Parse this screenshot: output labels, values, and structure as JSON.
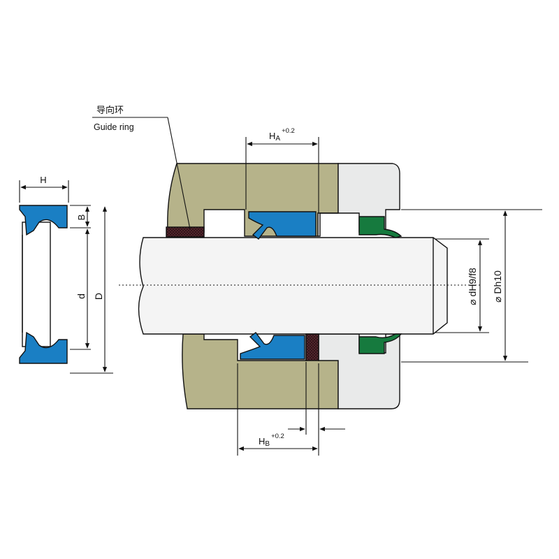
{
  "labels": {
    "guide_ring_cn": "导向环",
    "guide_ring_en": "Guide ring",
    "dim_H": "H",
    "dim_B": "B",
    "dim_d": "d",
    "dim_D": "D",
    "dim_HA": "H",
    "dim_HA_sub": "A",
    "dim_HA_tol": "+0.2",
    "dim_HB": "H",
    "dim_HB_sub": "B",
    "dim_HB_tol": "+0.2",
    "dim_rod_dia": "⌀ dH9/f8",
    "dim_bore_dia": "⌀ Dh10"
  },
  "colors": {
    "housing": "#b6b38a",
    "gland": "#e9eaea",
    "seal_blue": "#1a7fc4",
    "wiper_green": "#167a3e",
    "guide_ring": "#5a2a30",
    "rod": "#f4f4f4",
    "outline": "#111111"
  },
  "icons": {
    "diameter": "diameter-symbol"
  }
}
